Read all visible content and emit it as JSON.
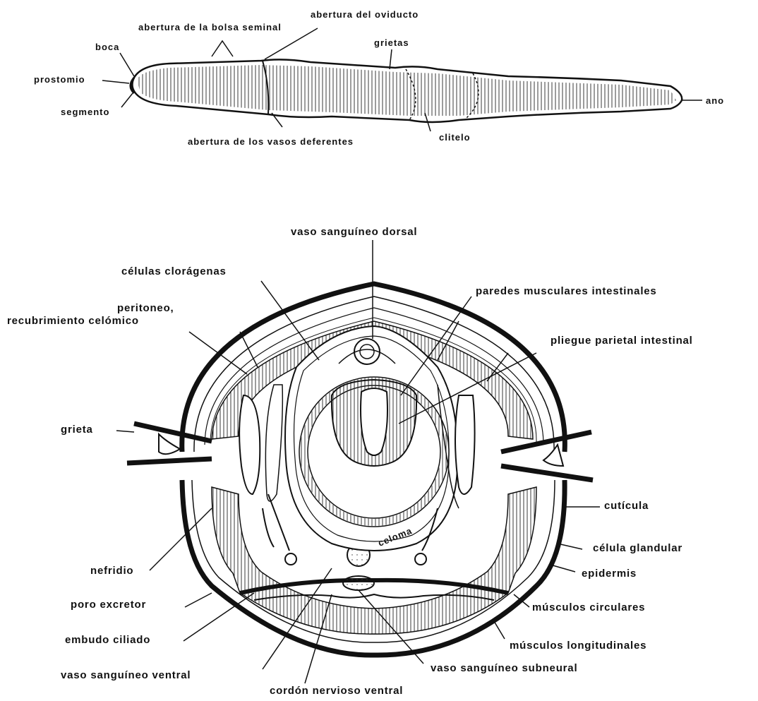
{
  "worm": {
    "labels": {
      "abertura_bolsa": "abertura de la bolsa seminal",
      "abertura_oviducto": "abertura del oviducto",
      "boca": "boca",
      "grietas": "grietas",
      "prostomio": "prostomio",
      "segmento": "segmento",
      "ano": "ano",
      "abertura_vasos": "abertura de los vasos deferentes",
      "clitelo": "clitelo"
    }
  },
  "section": {
    "labels": {
      "vaso_dorsal": "vaso sanguíneo dorsal",
      "celulas_cloragenas": "células clorágenas",
      "paredes_musculares": "paredes musculares intestinales",
      "peritoneo_1": "peritoneo,",
      "peritoneo_2": "recubrimiento celómico",
      "pliegue": "pliegue parietal intestinal",
      "grieta": "grieta",
      "cuticula": "cutícula",
      "celoma": "celoma",
      "nefridio": "nefridio",
      "celula_glandular": "célula glandular",
      "epidermis": "epidermis",
      "poro_excretor": "poro excretor",
      "musculos_circulares": "músculos circulares",
      "embudo_ciliado": "embudo ciliado",
      "musculos_longitudinales": "músculos longitudinales",
      "vaso_ventral": "vaso sanguíneo ventral",
      "vaso_subneural": "vaso sanguíneo subneural",
      "cordon_nervioso": "cordón nervioso ventral"
    }
  },
  "colors": {
    "ink": "#111111",
    "paper": "#ffffff"
  }
}
